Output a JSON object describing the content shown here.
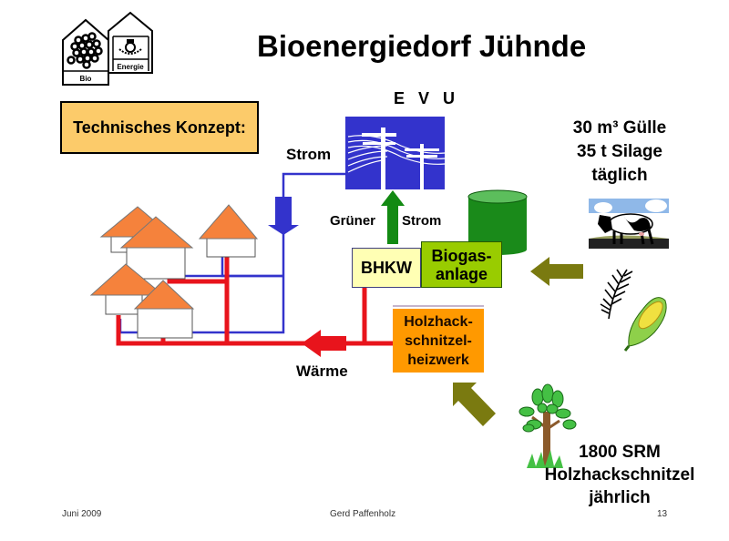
{
  "slide": {
    "title": "Bioenergiedorf Jühnde",
    "logos": [
      {
        "icon": "bio-logo-icon",
        "label": "Bio"
      },
      {
        "icon": "energie-logo-icon",
        "label": "Energie"
      }
    ],
    "concept_label": "Technisches Konzept:"
  },
  "diagram": {
    "evu_label": "E V U",
    "strom_label": "Strom",
    "gruener_label": "Grüner",
    "gruener_strom_label": "Strom",
    "waerme_label": "Wärme",
    "bhkw_label": "BHKW",
    "biogas_lines": [
      "Biogas-",
      "anlage"
    ],
    "holz_lines": [
      "Holzhack-",
      "schnitzel-",
      "heizwerk"
    ],
    "inputs_daily_lines": [
      "30 m³ Gülle",
      "35 t Silage",
      "täglich"
    ],
    "inputs_yearly_lines": [
      "1800 SRM",
      "Holzhackschnitzel",
      "jährlich"
    ],
    "icons": [
      "power-lines-icon",
      "gas-tank-icon",
      "cow-icon",
      "grain-icon",
      "corn-icon",
      "tree-icon",
      "house-icon"
    ],
    "colors": {
      "electricity": "#3333cc",
      "heat": "#e8141c",
      "green_power": "#138a13",
      "feed_arrow": "#7a7a10",
      "roof": "#f5823c",
      "concept_box": "#fccb6a",
      "bhkw": "#ffffb4",
      "biogas": "#99cc00",
      "holz": "#ff9900",
      "evu": "#3333cc"
    }
  },
  "footer": {
    "date": "Juni 2009",
    "author": "Gerd Paffenholz",
    "page": "13"
  }
}
